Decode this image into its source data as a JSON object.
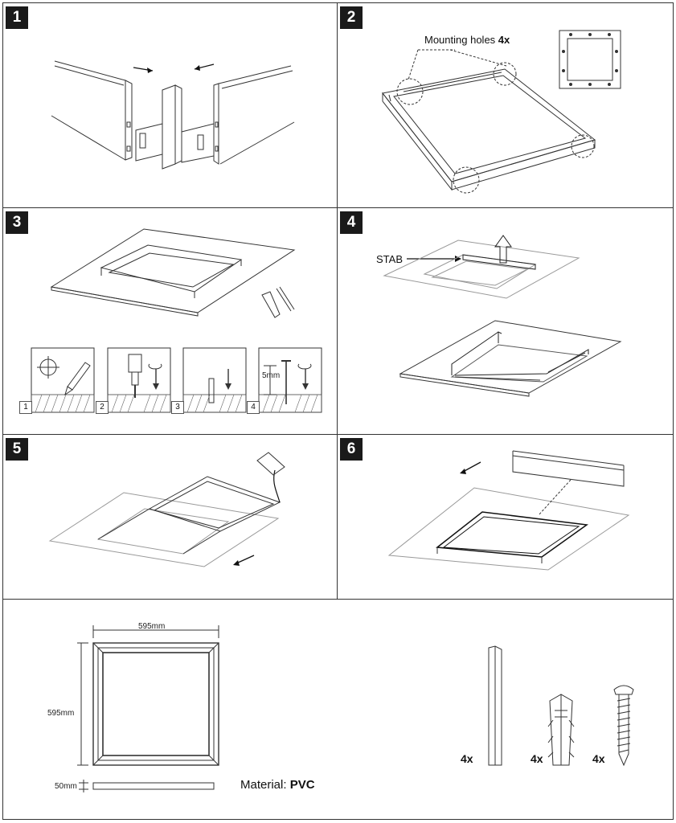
{
  "steps": [
    {
      "number": "1"
    },
    {
      "number": "2",
      "callout": "Mounting holes",
      "callout_qty": "4x"
    },
    {
      "number": "3",
      "substeps": [
        "1",
        "2",
        "3",
        "4"
      ],
      "depth_label": "5mm"
    },
    {
      "number": "4",
      "stab_label": "STAB"
    },
    {
      "number": "5"
    },
    {
      "number": "6"
    }
  ],
  "specs": {
    "width": "595mm",
    "height": "595mm",
    "depth": "50mm",
    "material_label": "Material:",
    "material_value": "PVC",
    "parts": [
      {
        "qty": "4x",
        "icon": "profile-bar-icon"
      },
      {
        "qty": "4x",
        "icon": "wall-plug-icon"
      },
      {
        "qty": "4x",
        "icon": "screw-icon"
      }
    ]
  }
}
